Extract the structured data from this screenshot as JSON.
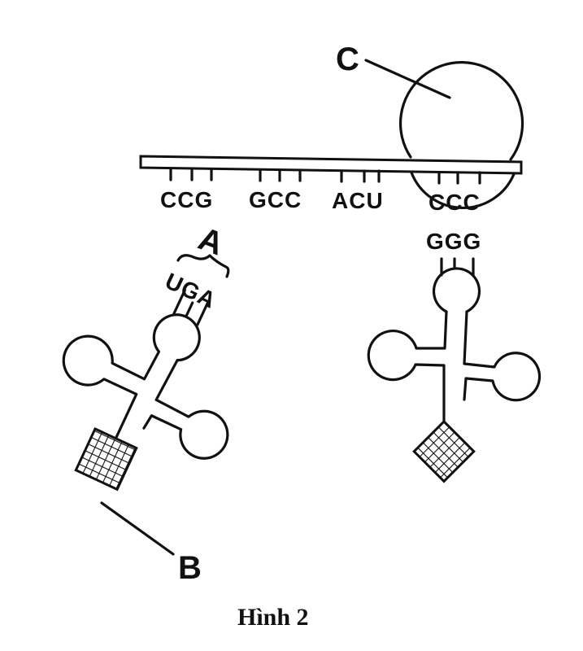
{
  "figure": {
    "caption": "Hình 2",
    "labels": {
      "A": "A",
      "B": "B",
      "C": "C"
    },
    "mrna_codons": [
      "CCG",
      "GCC",
      "ACU",
      "CCC"
    ],
    "trna_left_anticodon": "UGA",
    "trna_right_anticodon": "GGG"
  },
  "colors": {
    "ink": "#111111",
    "background": "#ffffff"
  }
}
